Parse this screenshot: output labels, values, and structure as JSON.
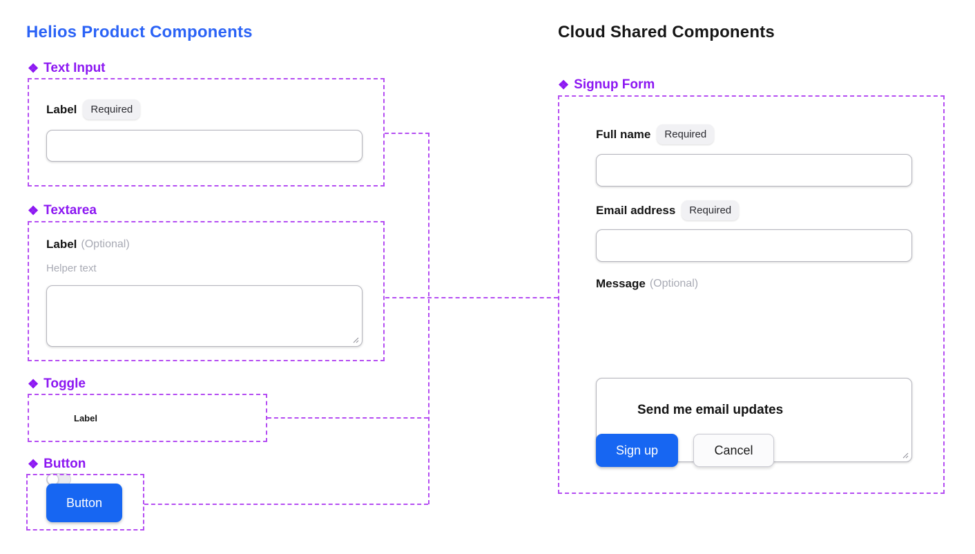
{
  "glyphs": {
    "component": "❖"
  },
  "colors": {
    "title_blue": "#2b63f6",
    "title_black": "#161616",
    "heading_purple": "#8c17f2",
    "dashed_purple": "#b44cf2",
    "button_blue": "#1766f2",
    "muted_gray": "#a8aab4"
  },
  "left": {
    "title": "Helios Product Components",
    "text_input": {
      "heading": "Text Input",
      "label": "Label",
      "badge": "Required",
      "value": ""
    },
    "textarea": {
      "heading": "Textarea",
      "label": "Label",
      "optional": "(Optional)",
      "helper": "Helper text",
      "value": ""
    },
    "toggle": {
      "heading": "Toggle",
      "label": "Label",
      "state": "off"
    },
    "button": {
      "heading": "Button",
      "label": "Button"
    }
  },
  "right": {
    "title": "Cloud Shared Components",
    "signup_form": {
      "heading": "Signup Form",
      "full_name": {
        "label": "Full name",
        "badge": "Required",
        "value": ""
      },
      "email": {
        "label": "Email address",
        "badge": "Required",
        "value": ""
      },
      "message": {
        "label": "Message",
        "optional": "(Optional)",
        "value": ""
      },
      "toggle_label": "Send me email updates",
      "toggle_state": "off",
      "submit_label": "Sign up",
      "cancel_label": "Cancel"
    }
  }
}
